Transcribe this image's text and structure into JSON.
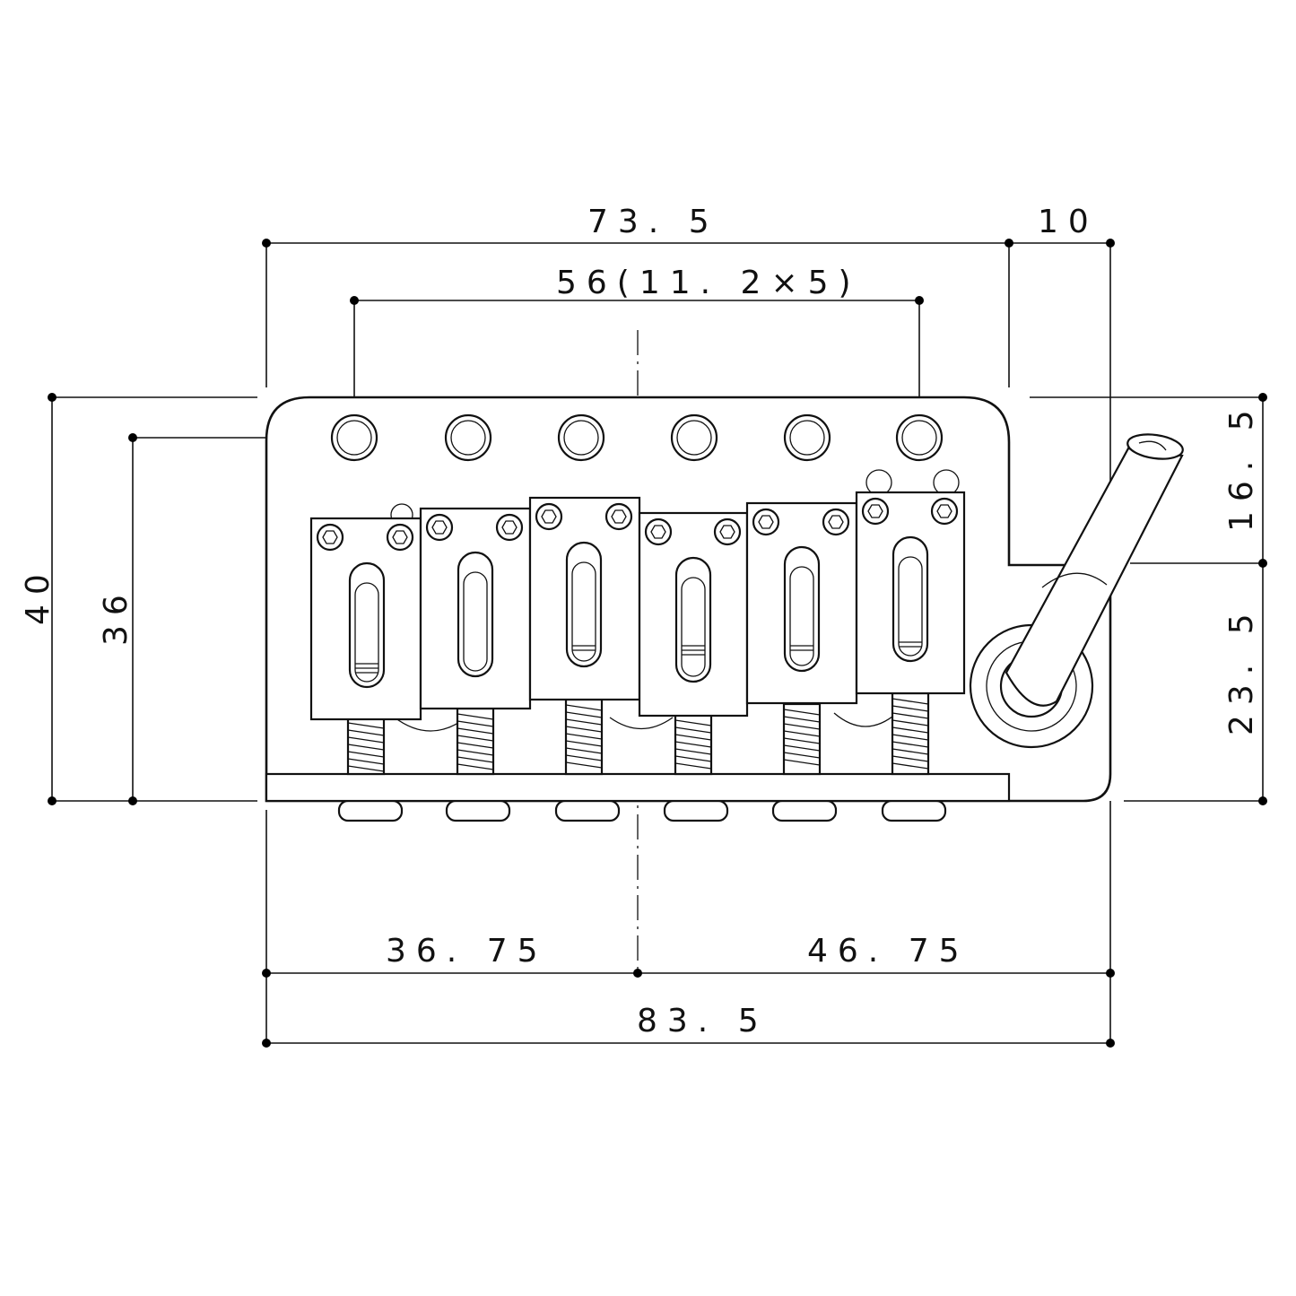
{
  "dimensions": {
    "top_total": "73. 5",
    "top_right": "10",
    "hole_spacing": "56(11. 2×5)",
    "left_outer": "40",
    "left_inner": "36",
    "right_top": "16. 5",
    "right_bottom": "23. 5",
    "bottom_left": "36. 75",
    "bottom_right": "46. 75",
    "bottom_total": "83. 5"
  },
  "parts": {
    "string_holes": 6,
    "saddles": 6,
    "tremolo_arm": true
  },
  "colors": {
    "line": "#111111",
    "background": "#ffffff"
  }
}
